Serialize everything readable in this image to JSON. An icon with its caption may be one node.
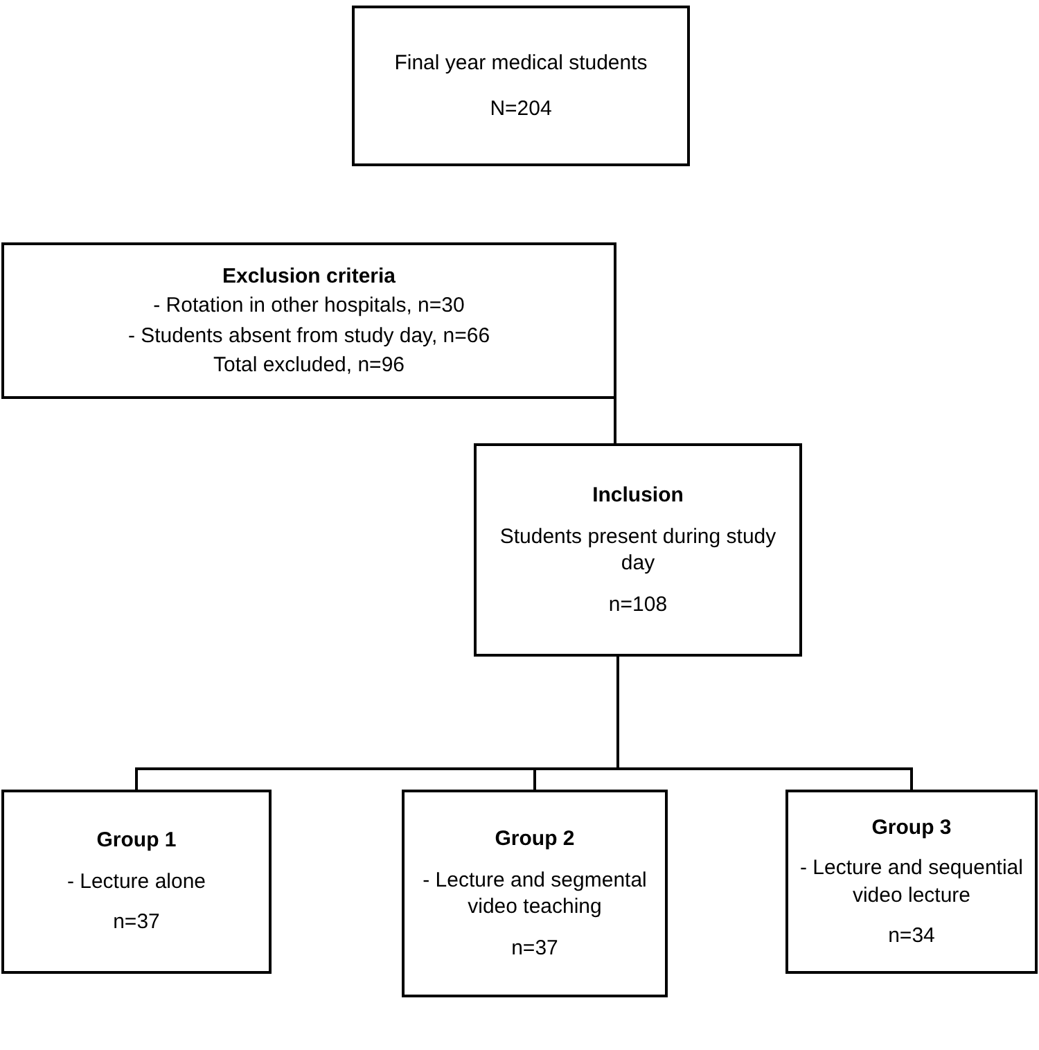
{
  "diagram": {
    "nodes": [
      {
        "text": [
          "Final year medical students",
          "N=204"
        ]
      },
      {
        "text": [
          "Exclusion criteria",
          "- Rotation in other hospitals, n=30",
          "- Students absent from study day, n=66",
          "Total excluded, n=96"
        ]
      },
      {
        "text": [
          "Inclusion",
          "Students present during study day",
          "n=108"
        ]
      },
      {
        "text": [
          "Group 1",
          "- Lecture alone",
          "n=37"
        ]
      },
      {
        "text": [
          "Group 2",
          "- Lecture and segmental video teaching",
          "n=37"
        ]
      },
      {
        "text": [
          "Group 3",
          "- Lecture and sequential video lecture",
          "n=34"
        ]
      }
    ],
    "edges": [
      {
        "from": 1,
        "to": 2,
        "arrow": "none"
      },
      {
        "from": 2,
        "to": 3,
        "arrow": "none"
      },
      {
        "from": 2,
        "to": 4,
        "arrow": "none"
      },
      {
        "from": 2,
        "to": 5,
        "arrow": "none"
      }
    ]
  }
}
